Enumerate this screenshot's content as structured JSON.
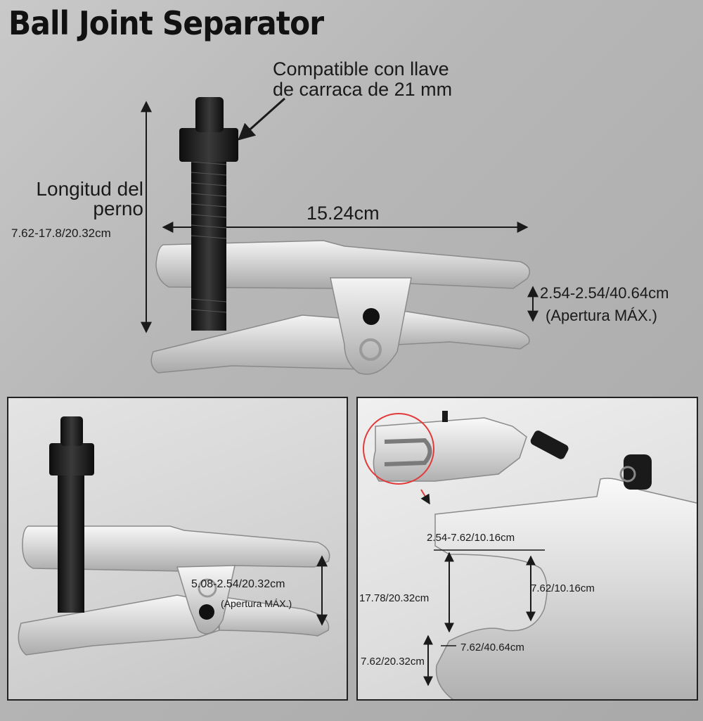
{
  "title": "Ball Joint Separator",
  "main_view": {
    "compat_line1": "Compatible con llave",
    "compat_line2": "de carraca de 21 mm",
    "bolt_label_line1": "Longitud del",
    "bolt_label_line2": "perno",
    "bolt_range": "7.62-17.8/20.32cm",
    "length_label": "15.24cm",
    "opening_range": "2.54-2.54/40.64cm",
    "opening_note": "(Apertura MÁX.)"
  },
  "left_panel": {
    "opening_range": "5.08-2.54/20.32cm",
    "opening_note": "(Apertura MÁX.)"
  },
  "right_panel": {
    "fork_width": "2.54-7.62/10.16cm",
    "fork_inner_depth": "7.62/10.16cm",
    "fork_depth": "17.78/20.32cm",
    "tip_width": "7.62/40.64cm",
    "tip_height": "7.62/20.32cm"
  },
  "colors": {
    "background": "#b9b9b9",
    "tool_metal": "#d9d9d9",
    "bolt_black": "#1c1c1c",
    "highlight_circle": "#e23a3a"
  }
}
